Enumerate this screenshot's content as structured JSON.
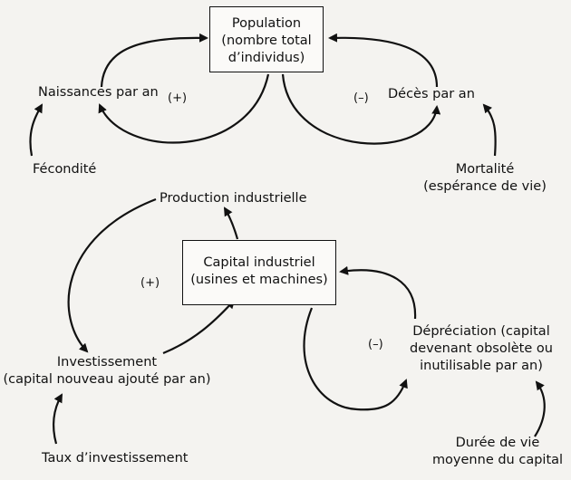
{
  "population_loop": {
    "box": {
      "line1": "Population",
      "line2": "(nombre total",
      "line3": "d’individus)"
    },
    "births": "Naissances par an",
    "deaths": "Décès par an",
    "fertility": "Fécondité",
    "mortality": {
      "line1": "Mortalité",
      "line2": "(espérance de vie)"
    },
    "sign_positive": "(+)",
    "sign_negative": "(–)"
  },
  "capital_loop": {
    "box": {
      "line1": "Capital industriel",
      "line2": "(usines et machines)"
    },
    "industrial_output": "Production industrielle",
    "investment": {
      "line1": "Investissement",
      "line2": "(capital nouveau ajouté par an)"
    },
    "investment_rate": "Taux d’investissement",
    "depreciation": {
      "line1": "Dépréciation (capital",
      "line2": "devenant obsolète ou",
      "line3": "inutilisable par an)"
    },
    "lifetime": {
      "line1": "Durée de vie",
      "line2": "moyenne du capital"
    },
    "sign_positive": "(+)",
    "sign_negative": "(–)"
  }
}
